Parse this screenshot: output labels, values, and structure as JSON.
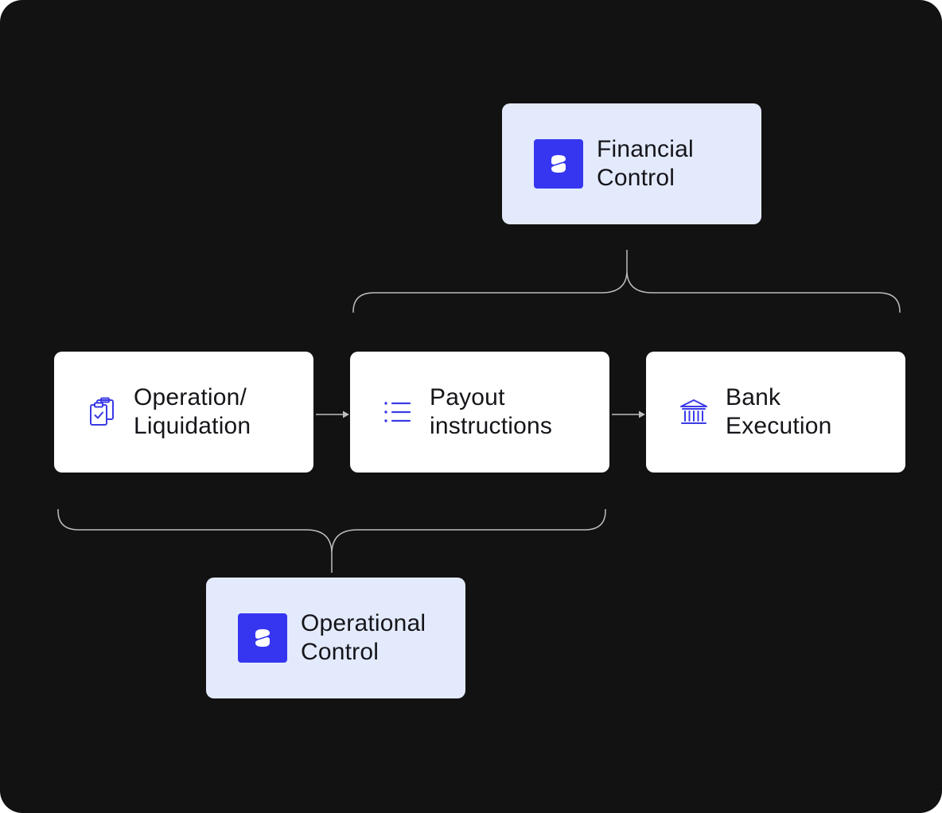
{
  "diagram": {
    "financial_control": {
      "line1": "Financial",
      "line2": "Control",
      "icon": "brand-logo-icon"
    },
    "operational_control": {
      "line1": "Operational",
      "line2": "Control",
      "icon": "brand-logo-icon"
    },
    "steps": [
      {
        "line1": "Operation/",
        "line2": "Liquidation",
        "icon": "clipboard-check-icon"
      },
      {
        "line1": "Payout",
        "line2": "instructions",
        "icon": "list-icon"
      },
      {
        "line1": "Bank",
        "line2": "Execution",
        "icon": "bank-icon"
      }
    ],
    "colors": {
      "background": "#121212",
      "step_box": "#ffffff",
      "control_box": "#e3eafc",
      "accent": "#3636f0",
      "connector": "#bdbdbd"
    }
  }
}
